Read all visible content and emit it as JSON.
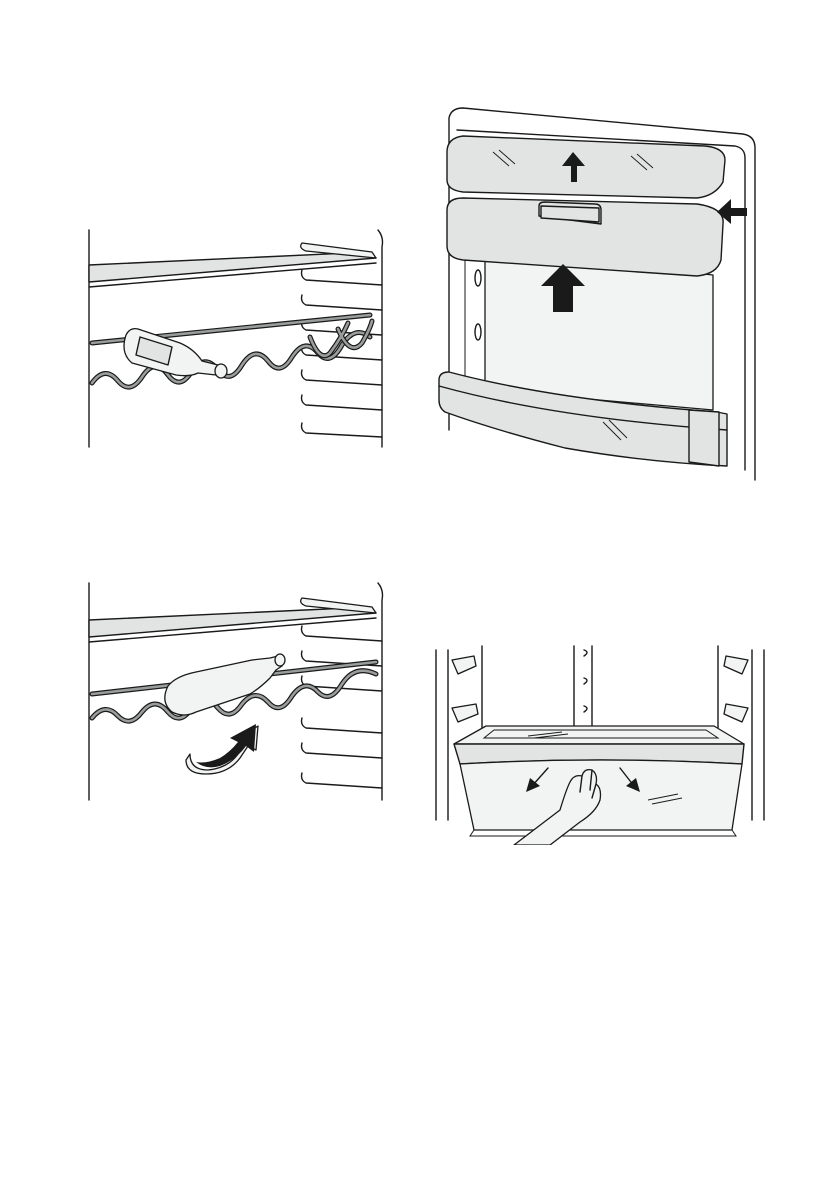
{
  "figures": [
    {
      "id": "bottle-rack-place",
      "icon": "wine-bottle-on-rack"
    },
    {
      "id": "door-balcony-remove",
      "icon": "door-shelf-lift-arrows"
    },
    {
      "id": "bottle-rack-tilt",
      "icon": "wine-bottle-tilted-curved-arrow"
    },
    {
      "id": "crisper-drawer-remove",
      "icon": "drawer-pull-hand"
    }
  ],
  "colors": {
    "line": "#1a1a1a",
    "fill": "#e2e4e4",
    "background": "#ffffff"
  }
}
